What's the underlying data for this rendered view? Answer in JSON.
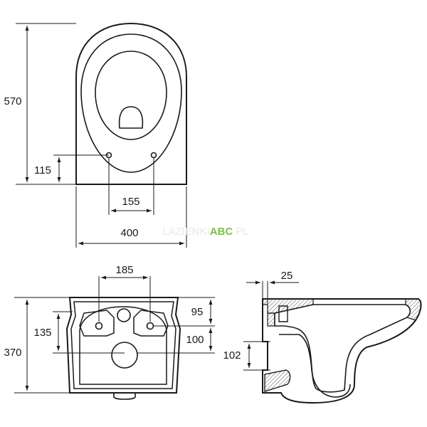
{
  "dimensions": {
    "top_height": "570",
    "top_mount_height": "115",
    "top_bolt_spacing": "155",
    "top_width": "400",
    "back_bolt_spacing": "185",
    "back_upper_offset": "95",
    "back_lower_offset": "100",
    "back_left_offset": "135",
    "back_height": "370",
    "side_wall_gap": "25",
    "side_outlet_height": "102"
  },
  "watermark": {
    "prefix": "LAZIENKI",
    "brand": "ABC",
    "suffix": ".PL",
    "brand_color": "#7dc242"
  },
  "colors": {
    "line": "#1a1a1a",
    "hatch": "#555555"
  }
}
